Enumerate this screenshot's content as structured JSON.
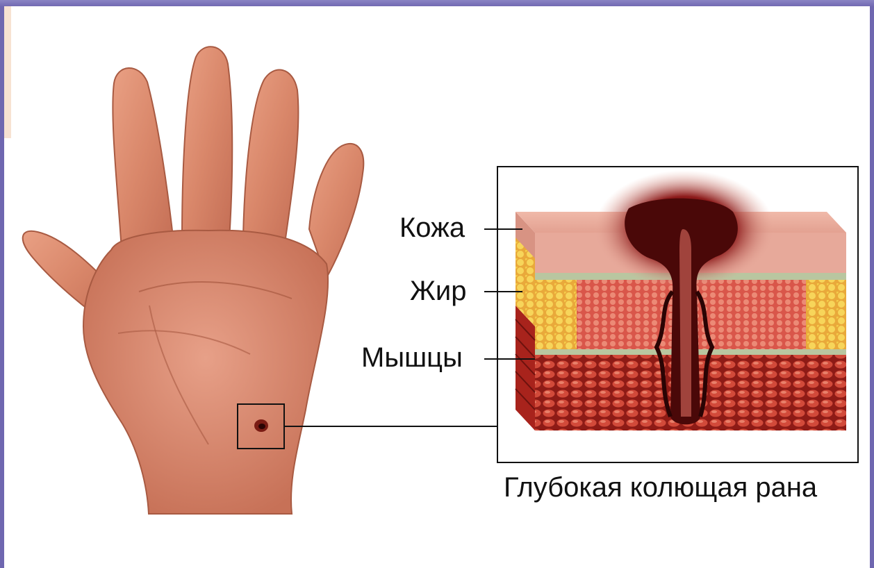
{
  "labels": {
    "skin": "Кожа",
    "fat": "Жир",
    "muscles": "Мышцы"
  },
  "caption": "Глубокая колющая рана",
  "colors": {
    "frame": "#6f67b0",
    "hand": "#d9876a",
    "skin_layer": "#e7a99a",
    "fat_layer": "#f2c94c",
    "muscle_layer": "#c8322d",
    "wound": "#5a1010"
  }
}
